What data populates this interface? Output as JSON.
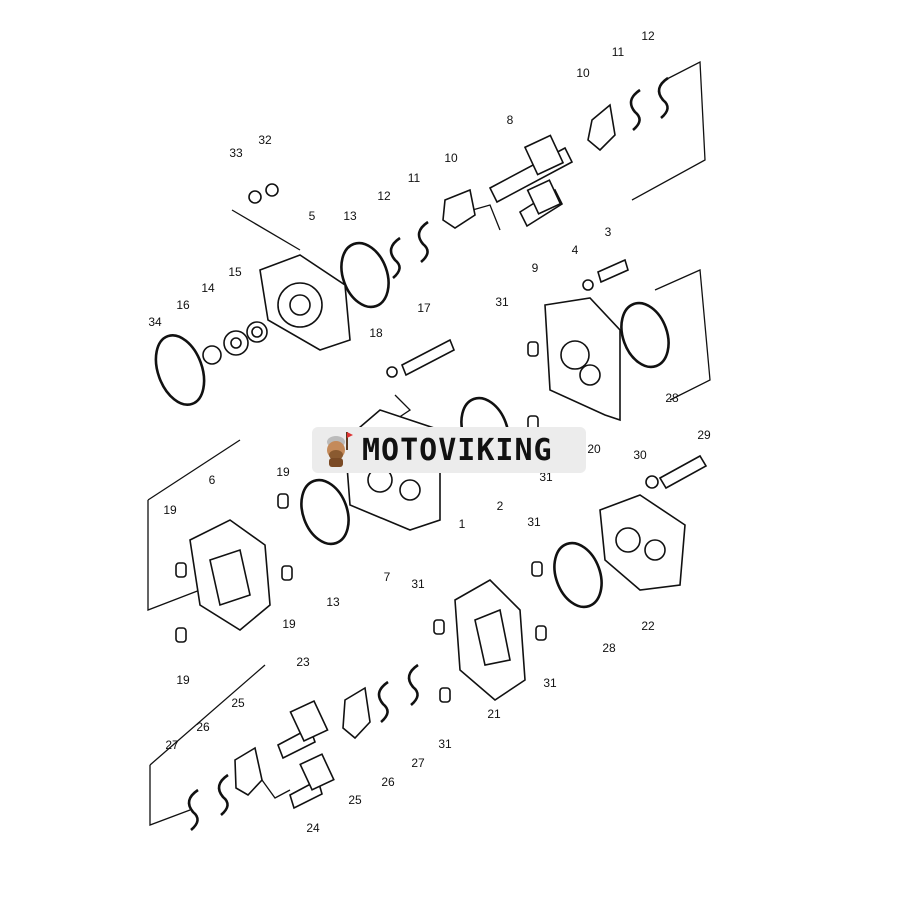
{
  "diagram": {
    "type": "exploded parts diagram",
    "labels": [
      "12",
      "11",
      "10",
      "8",
      "33",
      "32",
      "10",
      "11",
      "12",
      "13",
      "5",
      "4",
      "3",
      "9",
      "34",
      "16",
      "14",
      "15",
      "17",
      "31",
      "18",
      "28",
      "19",
      "6",
      "20",
      "29",
      "30",
      "2",
      "1",
      "31",
      "19",
      "31",
      "13",
      "7",
      "19",
      "22",
      "28",
      "31",
      "19",
      "31",
      "23",
      "25",
      "26",
      "27",
      "21",
      "31",
      "25",
      "26",
      "27",
      "24"
    ]
  },
  "watermark": {
    "text": "MOTOVIKING",
    "icon": "viking-mascot-icon"
  }
}
